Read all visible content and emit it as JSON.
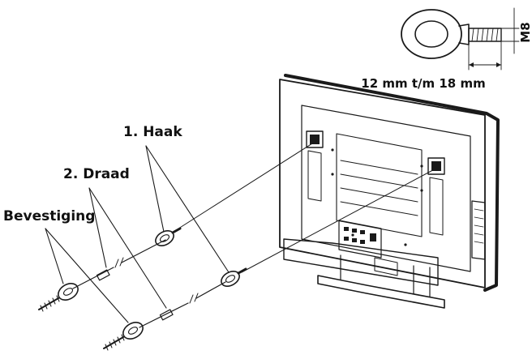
{
  "labels": {
    "haak": "1. Haak",
    "draad": "2. Draad",
    "bevestiging": "Bevestiging"
  },
  "bolt": {
    "thread_size": "M8",
    "length_range": "12 mm t/m  18 mm"
  },
  "icons": {
    "eye_bolt": "eye-bolt-icon",
    "tv": "tv-rear-icon",
    "hook": "hook-icon",
    "wire": "wire-icon",
    "screw": "screw-icon"
  },
  "colors": {
    "ink": "#1a1a1a",
    "screen_frame": "#111111",
    "background": "#ffffff"
  }
}
